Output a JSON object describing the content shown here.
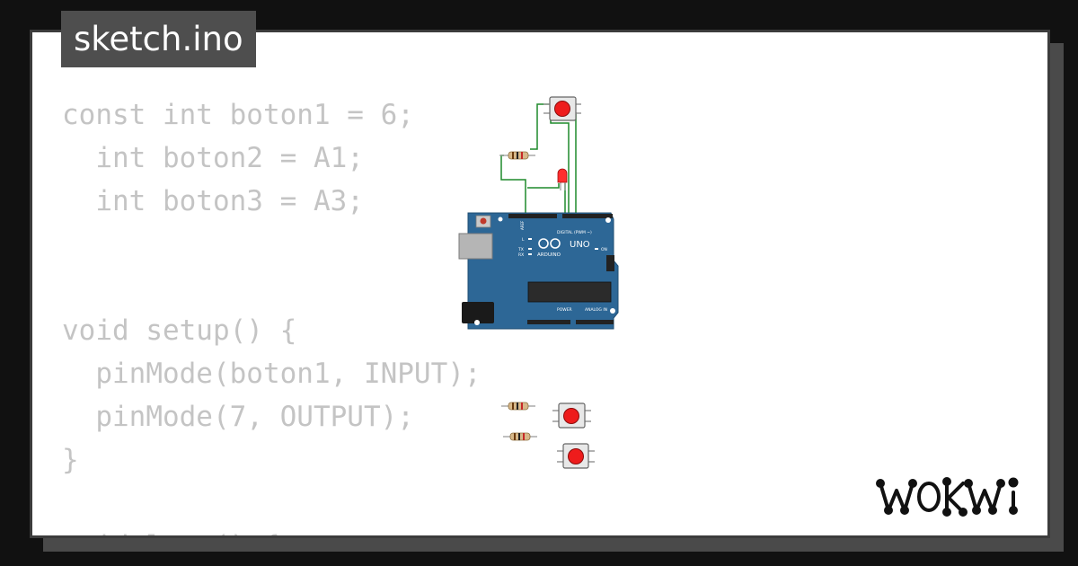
{
  "file_tab": {
    "label": "sketch.ino"
  },
  "code": {
    "lines": [
      "const int boton1 = 6;",
      "  int boton2 = A1;",
      "  int boton3 = A3;",
      "",
      "",
      "void setup() {",
      "  pinMode(boton1, INPUT);",
      "  pinMode(7, OUTPUT);",
      "}",
      "",
      "void loop() {"
    ]
  },
  "board": {
    "model_label": "UNO",
    "brand_label": "ARDUINO",
    "digital_label": "DIGITAL (PWM ~)",
    "power_label": "POWER",
    "analog_label": "ANALOG IN",
    "on_label": "ON",
    "l_label": "L",
    "tx_label": "TX",
    "rx_label": "RX",
    "aref_label": "AREF"
  },
  "logo": {
    "text": "WOKWi"
  },
  "colors": {
    "page_bg": "#111111",
    "card_bg": "#ffffff",
    "code_text": "#c4c4c4",
    "tab_bg": "#4e4e4e",
    "board_blue": "#2d6796",
    "wire_green": "#1f8a2c",
    "button_red": "#ee1c1c"
  }
}
